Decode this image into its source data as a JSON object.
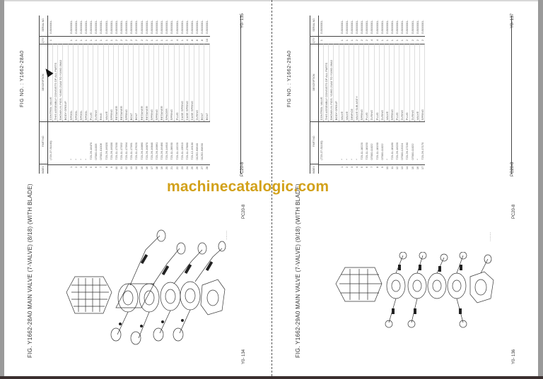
{
  "watermark": "machinecatalogic.com",
  "pages": [
    {
      "side": "left",
      "fig_no": "FIG NO. : Y1662-28A0",
      "caption": "FIG. Y1662-28A0   MAIN VALVE (7-VALVE) (8/18) (WITH BLADE)",
      "page_top": "Y0- 135",
      "page_bottom": "Y0- 134",
      "model_top": "PC20-8",
      "model_bottom": "PC20-8",
      "table": {
        "headers": [
          "INDEX",
          "PART NO.",
          "DESCRIPTION",
          "Q'TY",
          "SERIAL NO."
        ],
        "rows": [
          {
            "idx": "",
            "part": "(723-27-51100)",
            "desc": "CONTROL VALVE",
            "qty": "1",
            "ser": "DJ000001-"
          },
          {
            "idx": "",
            "part": "",
            "desc": "THIS ASSEMBLY CONSISTS OF ALL PARTS",
            "qty": "",
            "ser": ""
          },
          {
            "idx": "",
            "part": "",
            "desc": "SHOWN IN FIGS. Y1662-21A0 TO Y1662-36A0",
            "qty": "",
            "ser": ""
          },
          {
            "idx": "",
            "part": "",
            "desc": "BODY GROUP",
            "qty": "",
            "ser": ""
          },
          {
            "idx": "1",
            "part": "*",
            "desc": "SPOOL",
            "qty": "1",
            "ser": "DJ000001-"
          },
          {
            "idx": "2",
            "part": "*",
            "desc": "SPOOL",
            "qty": "1",
            "ser": "DJ000001-"
          },
          {
            "idx": "3",
            "part": "*",
            "desc": "SPOOL",
            "qty": "1",
            "ser": "DJ000001-"
          },
          {
            "idx": "4",
            "part": "*",
            "desc": "SPOOL",
            "qty": "1",
            "ser": "DJ000001-"
          },
          {
            "idx": "5",
            "part": "723-26-18470",
            "desc": "PLUG",
            "qty": "1",
            "ser": "DJ000001-"
          },
          {
            "idx": "6",
            "part": "07000-11005",
            "desc": "O-RING",
            "qty": "1",
            "ser": "DJ000001-"
          },
          {
            "idx": "7",
            "part": "07001-01006",
            "desc": "RING",
            "qty": "1",
            "ser": "DJ000001-"
          },
          {
            "idx": "8",
            "part": "723-26-16020",
            "desc": "VALVE",
            "qty": "1",
            "ser": "DJ000001-"
          },
          {
            "idx": "9",
            "part": "723-26-16030",
            "desc": "SPRING",
            "qty": "1",
            "ser": "DJ000001-"
          },
          {
            "idx": "10",
            "part": "723-11-17330",
            "desc": "RETAINER",
            "qty": "2",
            "ser": "DJ000001-"
          },
          {
            "idx": "11",
            "part": "723-11-17352",
            "desc": "RETAINER",
            "qty": "2",
            "ser": "DJ000001-"
          },
          {
            "idx": "12",
            "part": "723-11-17364",
            "desc": "SPRING",
            "qty": "2",
            "ser": "DJ000001-"
          },
          {
            "idx": "13",
            "part": "723-11-17361",
            "desc": "BOLT",
            "qty": "2",
            "ser": "DJ000001-"
          },
          {
            "idx": "14",
            "part": "723-11-27620",
            "desc": "BOLT",
            "qty": "2",
            "ser": "DJ000001-"
          },
          {
            "idx": "15",
            "part": "723-26-16860",
            "desc": "RETAINER",
            "qty": "2",
            "ser": "DJ000001-"
          },
          {
            "idx": "16",
            "part": "723-26-16870",
            "desc": "RETAINER",
            "qty": "2",
            "ser": "DJ000001-"
          },
          {
            "idx": "17",
            "part": "723-26-16840",
            "desc": "SPRING",
            "qty": "1",
            "ser": "DJ000001-"
          },
          {
            "idx": "18",
            "part": "723-26-16861",
            "desc": "SPRING",
            "qty": "1",
            "ser": "DJ000001-"
          },
          {
            "idx": "19",
            "part": "723-26-16490",
            "desc": "RETAINER",
            "qty": "1",
            "ser": "DJ000001-"
          },
          {
            "idx": "20",
            "part": "723-26-14610",
            "desc": "SPACER",
            "qty": "1",
            "ser": "DJ000001-"
          },
          {
            "idx": "21",
            "part": "723-11-28930",
            "desc": "SPRING",
            "qty": "1",
            "ser": "DJ000001-"
          },
          {
            "idx": "22",
            "part": "723-11-13220",
            "desc": "PLUG",
            "qty": "4",
            "ser": "DJ000001-"
          },
          {
            "idx": "23",
            "part": "723-11-13610",
            "desc": "CASE SPRING",
            "qty": "1",
            "ser": "DJ000001-"
          },
          {
            "idx": "24",
            "part": "723-11-27880",
            "desc": "CASE SPRING",
            "qty": "4",
            "ser": "DJ000001-"
          },
          {
            "idx": "25",
            "part": "723-12-16130",
            "desc": "CASE SPRING",
            "qty": "8",
            "ser": "DJ000001-"
          },
          {
            "idx": "26",
            "part": "01252-60640",
            "desc": "O-RING",
            "qty": "8",
            "ser": "DJ000001-"
          },
          {
            "idx": "27",
            "part": "01252-60630",
            "desc": "BOLT",
            "qty": "8",
            "ser": "DJ000001-"
          },
          {
            "idx": "28",
            "part": "",
            "desc": "BOLT",
            "qty": "10",
            "ser": "DJ000001-"
          }
        ]
      }
    },
    {
      "side": "right",
      "fig_no": "FIG NO. : Y1662-29A0",
      "caption": "FIG. Y1662-29A0   MAIN VALVE (7-VALVE) (9/18) (WITH BLADE)",
      "page_top": "Y0- 137",
      "page_bottom": "Y0- 136",
      "model_top": "PC20-8",
      "model_bottom": "PC20-8",
      "table": {
        "headers": [
          "INDEX",
          "PART NO.",
          "DESCRIPTION",
          "Q'TY",
          "SERIAL NO."
        ],
        "rows": [
          {
            "idx": "",
            "part": "(723-27-51100)",
            "desc": "CONTROL VALVE",
            "qty": "1",
            "ser": "DJ000001-"
          },
          {
            "idx": "",
            "part": "",
            "desc": "THIS ASSEMBLY CONSISTS OF ALL PARTS",
            "qty": "",
            "ser": ""
          },
          {
            "idx": "",
            "part": "",
            "desc": "SHOWN IN FIGS. Y1662-21A0 TO Y1662-36A0",
            "qty": "",
            "ser": ""
          },
          {
            "idx": "",
            "part": "",
            "desc": "BODY GROUP",
            "qty": "",
            "ser": ""
          },
          {
            "idx": "1",
            "part": "*",
            "desc": "VALVE",
            "qty": "1",
            "ser": "DJ000001-"
          },
          {
            "idx": "2",
            "part": "*",
            "desc": "VALVE",
            "qty": "1",
            "ser": "DJ000001-"
          },
          {
            "idx": "3",
            "part": "*",
            "desc": "ORIFICE",
            "qty": "1",
            "ser": "DJ000001-"
          },
          {
            "idx": "4",
            "part": "*",
            "desc": "VALVE SUB ASS'Y",
            "qty": "2",
            "ser": "DJ000001-"
          },
          {
            "idx": "5",
            "part": "723-11-18220",
            "desc": "SPRING",
            "qty": "2",
            "ser": "DJ000001-"
          },
          {
            "idx": "6",
            "part": "723-11-18150",
            "desc": "PLUG",
            "qty": "2",
            "ser": "DJ000001-"
          },
          {
            "idx": "7",
            "part": "07000-11022",
            "desc": "O-RING",
            "qty": "4",
            "ser": "DJ000001-"
          },
          {
            "idx": "8",
            "part": "723-11-18190",
            "desc": "PLUG",
            "qty": "4",
            "ser": "DJ000001-"
          },
          {
            "idx": "9",
            "part": "07000-11022",
            "desc": "O-RING",
            "qty": "1",
            "ser": "DJ000001-"
          },
          {
            "idx": "10",
            "part": "*",
            "desc": "VALVE",
            "qty": "1",
            "ser": "DJ000001-"
          },
          {
            "idx": "11",
            "part": "723-11-18180",
            "desc": "SPRING",
            "qty": "1",
            "ser": "DJ000001-"
          },
          {
            "idx": "12",
            "part": "723-26-18220",
            "desc": "PLUG",
            "qty": "1",
            "ser": "DJ000001-"
          },
          {
            "idx": "13",
            "part": "07000-12024",
            "desc": "O-RING",
            "qty": "1",
            "ser": "DJ000001-"
          },
          {
            "idx": "14",
            "part": "723-26-17190",
            "desc": "PLUG",
            "qty": "2",
            "ser": "DJ000001-"
          },
          {
            "idx": "15",
            "part": "07000-11022",
            "desc": "O-RING",
            "qty": "2",
            "ser": "DJ000001-"
          },
          {
            "idx": "16",
            "part": "*",
            "desc": "VALVE",
            "qty": "2",
            "ser": "DJ000001-"
          },
          {
            "idx": "17",
            "part": "723-26-17170",
            "desc": "SPRING",
            "qty": "2",
            "ser": "DJ000001-"
          }
        ]
      }
    }
  ]
}
